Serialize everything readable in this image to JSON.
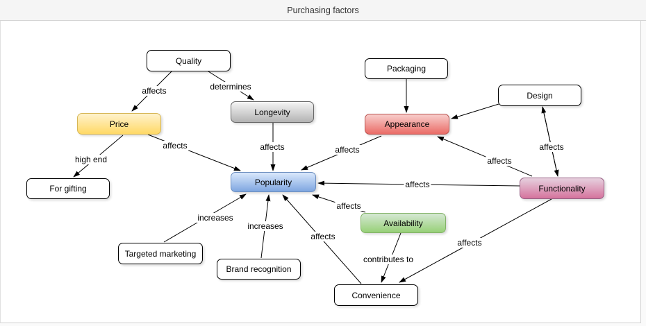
{
  "title": "Purchasing factors",
  "diagram": {
    "nodes": [
      {
        "id": "quality",
        "label": "Quality",
        "color": "white"
      },
      {
        "id": "packaging",
        "label": "Packaging",
        "color": "white"
      },
      {
        "id": "design",
        "label": "Design",
        "color": "white"
      },
      {
        "id": "price",
        "label": "Price",
        "color": "yellow"
      },
      {
        "id": "longevity",
        "label": "Longevity",
        "color": "gray"
      },
      {
        "id": "appearance",
        "label": "Appearance",
        "color": "red"
      },
      {
        "id": "popularity",
        "label": "Popularity",
        "color": "blue"
      },
      {
        "id": "functionality",
        "label": "Functionality",
        "color": "pink"
      },
      {
        "id": "for-gifting",
        "label": "For gifting",
        "color": "white"
      },
      {
        "id": "availability",
        "label": "Availability",
        "color": "green"
      },
      {
        "id": "targeted-marketing",
        "label": "Targeted marketing",
        "color": "white"
      },
      {
        "id": "brand-recognition",
        "label": "Brand recognition",
        "color": "white"
      },
      {
        "id": "convenience",
        "label": "Convenience",
        "color": "white"
      }
    ],
    "edges": [
      {
        "from": "Quality",
        "to": "Price",
        "label": "affects"
      },
      {
        "from": "Quality",
        "to": "Longevity",
        "label": "determines"
      },
      {
        "from": "Price",
        "to": "For gifting",
        "label": "high end"
      },
      {
        "from": "Price",
        "to": "Popularity",
        "label": "affects"
      },
      {
        "from": "Longevity",
        "to": "Popularity",
        "label": "affects"
      },
      {
        "from": "Packaging",
        "to": "Appearance",
        "label": ""
      },
      {
        "from": "Design",
        "to": "Appearance",
        "label": ""
      },
      {
        "from": "Appearance",
        "to": "Popularity",
        "label": "affects"
      },
      {
        "from": "Functionality",
        "to": "Appearance",
        "label": "affects"
      },
      {
        "from": "Design",
        "to": "Functionality",
        "label": "affects",
        "bidirectional": true
      },
      {
        "from": "Functionality",
        "to": "Popularity",
        "label": "affects"
      },
      {
        "from": "Availability",
        "to": "Popularity",
        "label": "affects"
      },
      {
        "from": "Targeted marketing",
        "to": "Popularity",
        "label": "increases"
      },
      {
        "from": "Brand recognition",
        "to": "Popularity",
        "label": "increases"
      },
      {
        "from": "Convenience",
        "to": "Popularity",
        "label": "affects"
      },
      {
        "from": "Availability",
        "to": "Convenience",
        "label": "contributes to"
      },
      {
        "from": "Functionality",
        "to": "Convenience",
        "label": "affects"
      }
    ],
    "colors": {
      "yellow_fill_top": "#FFF2CC",
      "yellow_fill_bottom": "#FFD966",
      "yellow_stroke": "#D6B656",
      "gray_fill_top": "#F5F5F5",
      "gray_fill_bottom": "#B3B3B3",
      "gray_stroke": "#666666",
      "blue_fill_top": "#DAE8FC",
      "blue_fill_bottom": "#7EA6E0",
      "blue_stroke": "#6C8EBF",
      "red_fill_top": "#F8CECC",
      "red_fill_bottom": "#EA6B66",
      "red_stroke": "#B85450",
      "green_fill_top": "#D5E8D4",
      "green_fill_bottom": "#97D077",
      "green_stroke": "#82B366",
      "pink_fill_top": "#E6D0DE",
      "pink_fill_bottom": "#D5739D",
      "pink_stroke": "#996185",
      "edge_stroke": "#000000"
    }
  }
}
